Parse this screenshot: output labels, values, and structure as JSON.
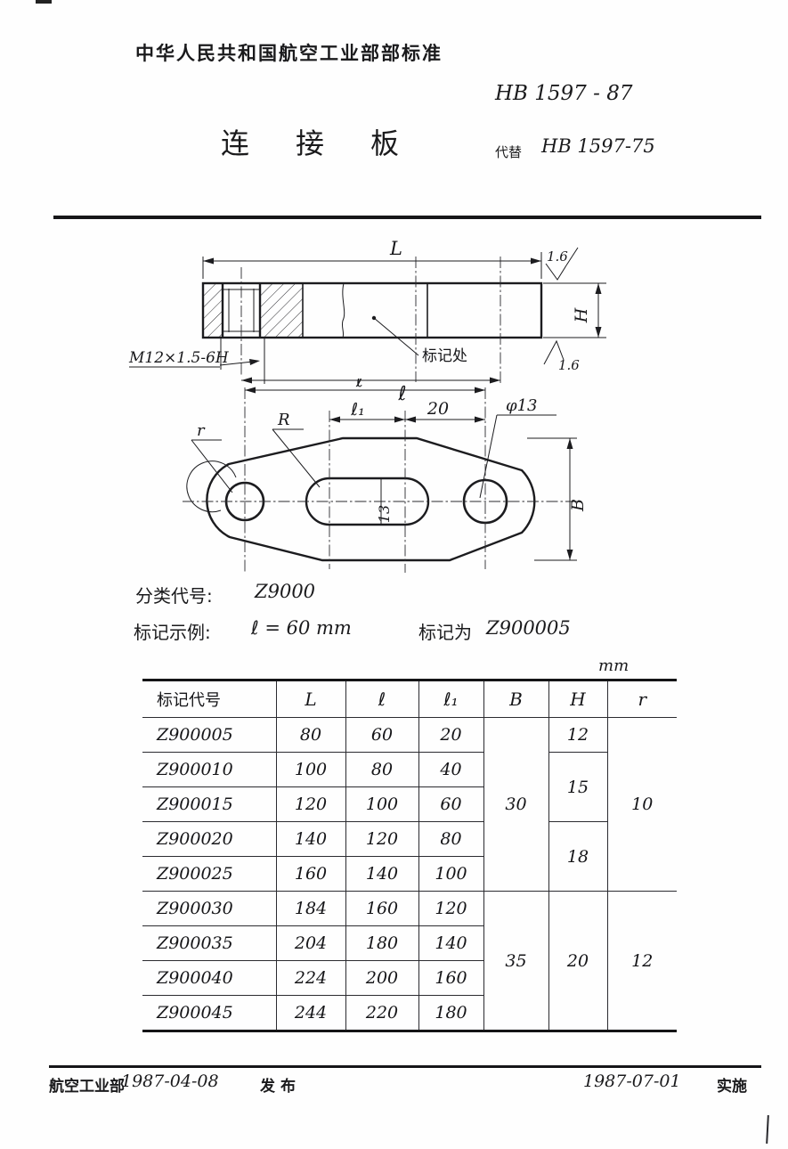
{
  "colors": {
    "ink": "#1a1a1c",
    "paper": "#fefefe"
  },
  "header": {
    "org": "中华人民共和国航空工业部部标准",
    "code": "HB 1597 - 87",
    "title": "连接板",
    "replace_label": "代替",
    "replace_code": "HB 1597-75"
  },
  "d1": {
    "L": "L",
    "l": "ℓ",
    "thread": "M12×1.5-6H",
    "mark": "标记处",
    "H": "H",
    "rough_top": "1.6",
    "rough_bottom": "1.6"
  },
  "d2": {
    "l": "ℓ",
    "l1": "ℓ₁",
    "n20": "20",
    "dia": "φ13",
    "R": "R",
    "r": "r",
    "B": "B",
    "w13": "13"
  },
  "classification": {
    "label": "分类代号:",
    "value": "Z9000",
    "example_label": "标记示例:",
    "example_value": "ℓ = 60 mm",
    "mark_label": "标记为",
    "mark_value": "Z900005"
  },
  "table": {
    "unit": "mm",
    "headers": {
      "code": "标记代号",
      "L": "L",
      "l": "ℓ",
      "l1": "ℓ₁",
      "B": "B",
      "H": "H",
      "r": "r"
    },
    "rows": [
      {
        "code": "Z900005",
        "L": "80",
        "l": "60",
        "l1": "20"
      },
      {
        "code": "Z900010",
        "L": "100",
        "l": "80",
        "l1": "40"
      },
      {
        "code": "Z900015",
        "L": "120",
        "l": "100",
        "l1": "60"
      },
      {
        "code": "Z900020",
        "L": "140",
        "l": "120",
        "l1": "80"
      },
      {
        "code": "Z900025",
        "L": "160",
        "l": "140",
        "l1": "100"
      },
      {
        "code": "Z900030",
        "L": "184",
        "l": "160",
        "l1": "120"
      },
      {
        "code": "Z900035",
        "L": "204",
        "l": "180",
        "l1": "140"
      },
      {
        "code": "Z900040",
        "L": "224",
        "l": "200",
        "l1": "160"
      },
      {
        "code": "Z900045",
        "L": "244",
        "l": "220",
        "l1": "180"
      }
    ],
    "B_vals": [
      "30",
      "35"
    ],
    "H_vals": [
      "12",
      "15",
      "18",
      "20"
    ],
    "r_vals": [
      "10",
      "12"
    ]
  },
  "footer": {
    "org": "航空工业部",
    "issue_date": "1987-04-08",
    "issue_label": "发布",
    "impl_date": "1987-07-01",
    "impl_label": "实施"
  }
}
